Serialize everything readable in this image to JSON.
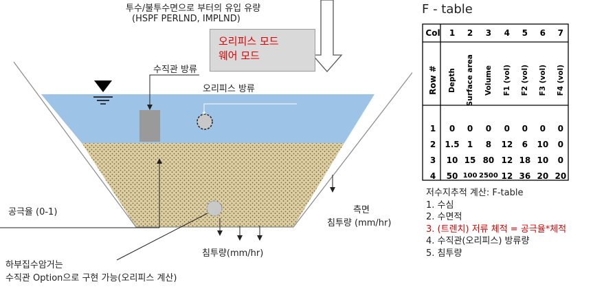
{
  "diagram": {
    "inflow_label_line1": "투수/불투수면으로 부터의 유입 유량",
    "inflow_label_line2": "(HSPF PERLND, IMPLND)",
    "mode_box_line1": "오리피스 모드",
    "mode_box_line2": "웨어 모드",
    "riser_outflow_label": "수직관 방류",
    "orifice_outflow_label": "오리피스 방류",
    "porosity_label": "공극율 (0-1)",
    "side_infiltration_line1": "측면",
    "side_infiltration_line2": "침투량 (mm/hr)",
    "bottom_infiltration_label": "침투량(mm/hr)",
    "underdrain_line1": "하부집수암거는",
    "underdrain_line2": "수직관 Option으로 구현 가능(오리피스 계산)",
    "colors": {
      "water": "#9dc3e6",
      "media": "#c9b98a",
      "mode_text": "#e00000",
      "riser": "#9a9a9a"
    }
  },
  "ftable": {
    "title": "F - table",
    "col_label": "Col",
    "col_numbers": [
      "1",
      "2",
      "3",
      "4",
      "5",
      "6",
      "7"
    ],
    "row_label": "Row #",
    "headers": [
      "Depth",
      "Surface area",
      "Volume",
      "F1 (vol)",
      "F2 (vol)",
      "F3 (vol)",
      "F4 (vol)"
    ],
    "rows": [
      {
        "row": "1",
        "cells": [
          "0",
          "0",
          "0",
          "0",
          "0",
          "0",
          "0"
        ]
      },
      {
        "row": "2",
        "cells": [
          "1.5",
          "1",
          "8",
          "12",
          "6",
          "10",
          "0"
        ]
      },
      {
        "row": "3",
        "cells": [
          "10",
          "15",
          "80",
          "12",
          "18",
          "10",
          "0"
        ]
      },
      {
        "row": "4",
        "cells": [
          "50",
          "100",
          "2500",
          "12",
          "36",
          "20",
          "20"
        ]
      }
    ]
  },
  "calc_list": {
    "title": "저수지추적 계산: F-table",
    "items": [
      "1. 수심",
      "2. 수면적",
      "3. (트렌치) 저류 체적 = 공극율*체적",
      "4. 수직관(오리피스) 방류량",
      "5. 침투량"
    ]
  }
}
